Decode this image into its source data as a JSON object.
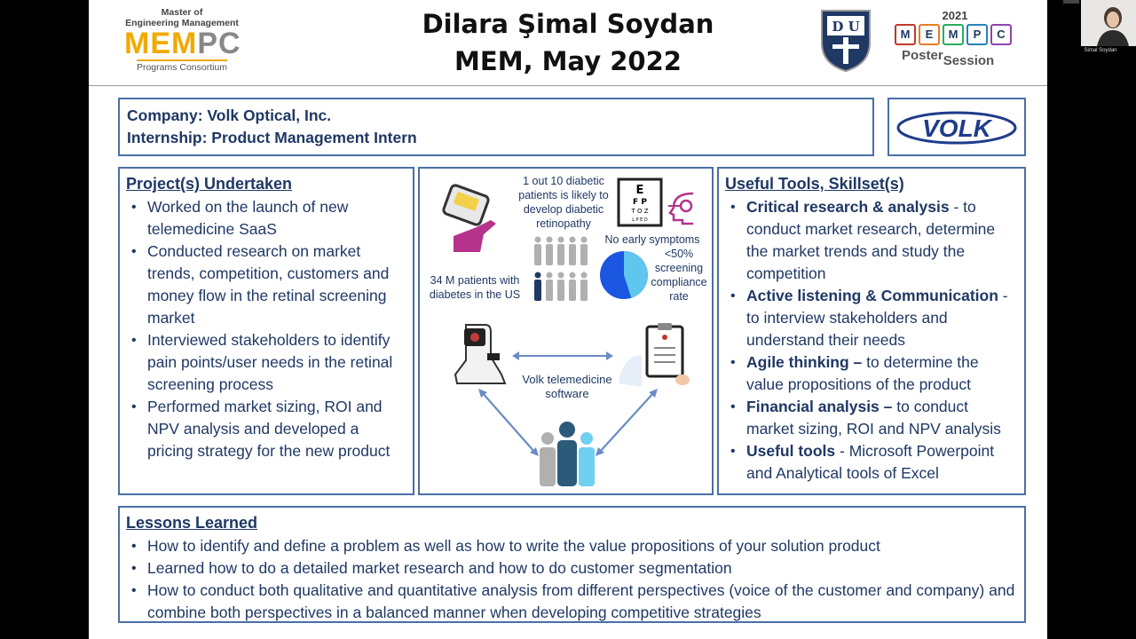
{
  "header": {
    "name": "Dilara Şimal Soydan",
    "program_date": "MEM, May 2022",
    "mem_logo": {
      "line1": "Master of",
      "line2": "Engineering Management",
      "big_mem": "MEM",
      "big_pc": "PC",
      "line3": "Programs Consortium"
    },
    "mempc_logo": {
      "year": "2021",
      "letters": [
        "M",
        "E",
        "M",
        "P",
        "C"
      ],
      "word1": "Poster",
      "word2": "Session"
    },
    "duke_shield_text": "D U"
  },
  "company": {
    "company_line": "Company: Volk Optical, Inc.",
    "internship_line": "Internship: Product Management Intern",
    "logo_text": "VOLK"
  },
  "projects": {
    "heading": "Project(s) Undertaken",
    "items": [
      "Worked on the launch of new telemedicine SaaS",
      "Conducted research on market trends, competition, customers and money flow in the retinal screening market",
      "Interviewed stakeholders to identify pain points/user needs in the retinal screening process",
      "Performed market sizing, ROI and NPV analysis and developed a pricing strategy for the new product"
    ]
  },
  "infographic": {
    "stat_diabetic": "1 out 10 diabetic patients is likely to develop diabetic retinopathy",
    "stat_patients": "34 M patients with diabetes in the US",
    "stat_symptoms": "No early symptoms",
    "stat_compliance": "<50% screening compliance rate",
    "compliance_fraction": 0.45,
    "software_label": "Volk telemedicine software",
    "eye_chart_letters": [
      "E",
      "F P",
      "T O Z",
      "L P E D"
    ],
    "colors": {
      "primary": "#1f3864",
      "accent_blue": "#2f6fd6",
      "light_blue": "#6fd0f0",
      "gray": "#b0b0b0"
    }
  },
  "tools": {
    "heading": "Useful Tools, Skillset(s)",
    "items": [
      {
        "bold": "Critical research & analysis",
        "rest": " - to conduct market research, determine the market trends and study the competition"
      },
      {
        "bold": "Active listening & Communication",
        "rest": " - to interview stakeholders and understand their needs"
      },
      {
        "bold": "Agile thinking –",
        "rest": " to determine the value propositions of the product"
      },
      {
        "bold": "Financial analysis –",
        "rest": " to conduct market sizing, ROI and NPV analysis"
      },
      {
        "bold": "Useful tools",
        "rest": " - Microsoft Powerpoint and Analytical tools of Excel"
      }
    ]
  },
  "lessons": {
    "heading": "Lessons Learned",
    "items": [
      "How to identify and define a problem as well as how to write the value propositions of your solution product",
      "Learned how to do a detailed market research and how to do customer segmentation",
      "How to conduct both qualitative and quantitative analysis from different perspectives (voice of the customer and company) and combine both perspectives in a balanced manner when developing competitive strategies"
    ]
  },
  "webcam": {
    "participant_name": "Simal Soydan"
  }
}
